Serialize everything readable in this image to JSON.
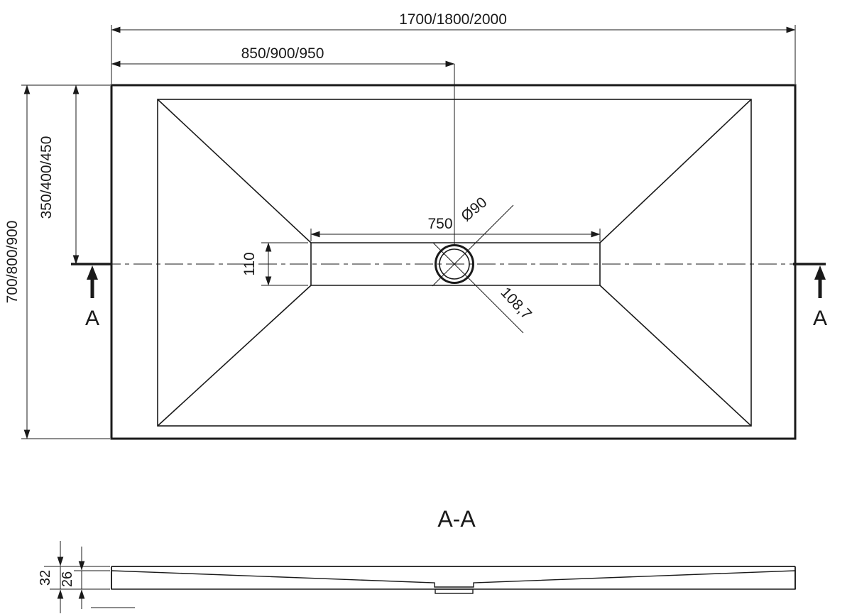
{
  "top_view": {
    "dim_width_overall": "1700/1800/2000",
    "dim_width_half": "850/900/950",
    "dim_height_overall": "700/800/900",
    "dim_height_half": "350/400/450",
    "dim_channel_length": "750",
    "dim_channel_width": "110",
    "dim_drain_diameter": "Ø90",
    "dim_drain_diagonal": "108,7",
    "section_marker_left": "A",
    "section_marker_right": "A"
  },
  "section_view": {
    "title": "A-A",
    "dim_thickness_total": "32",
    "dim_thickness_floor": "26"
  },
  "colors": {
    "line": "#1a1a1a",
    "background": "#ffffff"
  }
}
